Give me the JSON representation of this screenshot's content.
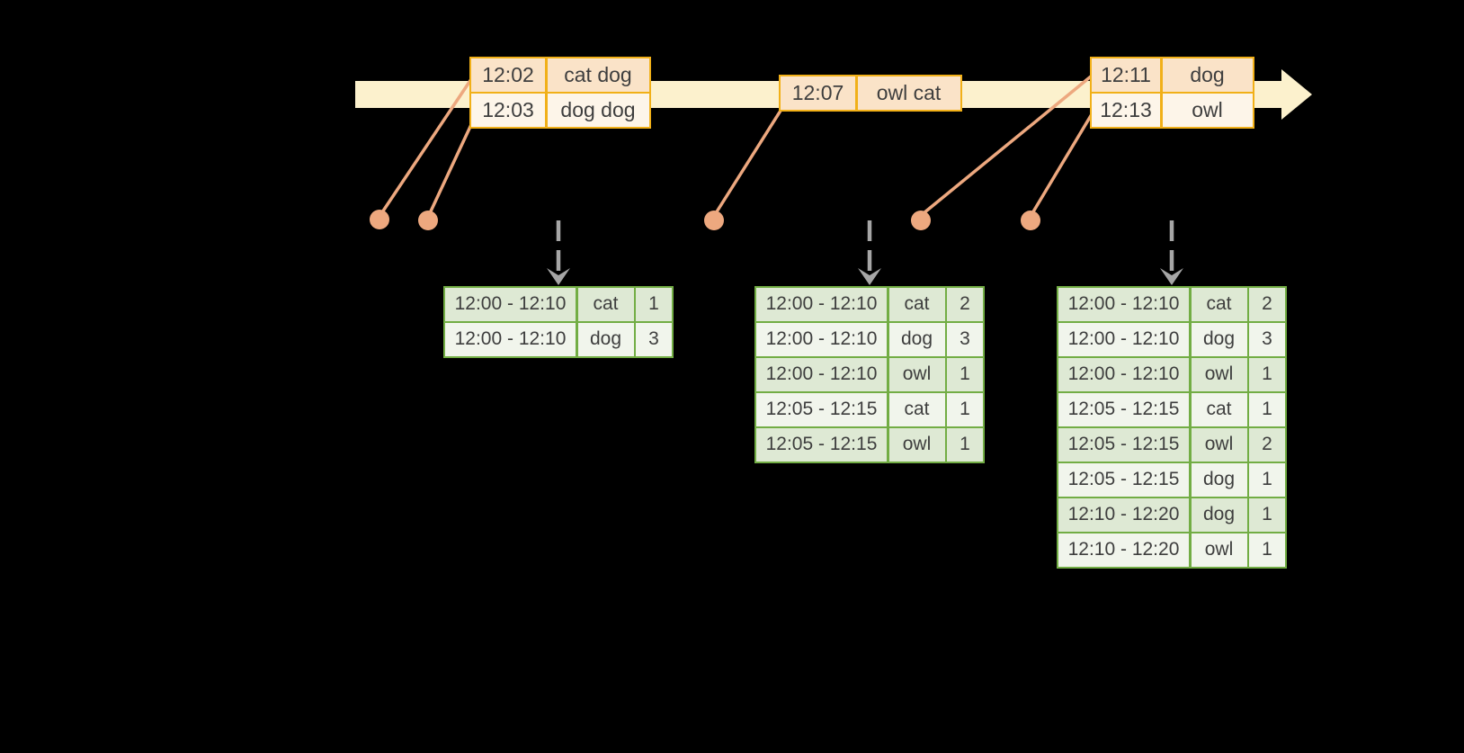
{
  "diagram": {
    "description": "windowed grouped aggregation over an event-time stream",
    "colors": {
      "background": "#000000",
      "timeline-fill": "#fcf1cd",
      "event-border": "#f1b018",
      "event-row-dark": "#fae3c8",
      "event-row-light": "#fdf5e9",
      "connector-salmon": "#eda87f",
      "result-border": "#72ad44",
      "result-row-dark": "#dee9d4",
      "result-row-light": "#f1f5ec",
      "arrow-gray": "#a6a6a6",
      "text": "#3e3e3e"
    }
  },
  "event_tables": [
    {
      "rows": [
        {
          "time": "12:02",
          "words": "cat dog"
        },
        {
          "time": "12:03",
          "words": "dog dog"
        }
      ]
    },
    {
      "rows": [
        {
          "time": "12:07",
          "words": "owl cat"
        }
      ]
    },
    {
      "rows": [
        {
          "time": "12:11",
          "words": "dog"
        },
        {
          "time": "12:13",
          "words": "owl"
        }
      ]
    }
  ],
  "result_tables": [
    {
      "rows": [
        {
          "window": "12:00 - 12:10",
          "word": "cat",
          "count": 1
        },
        {
          "window": "12:00 - 12:10",
          "word": "dog",
          "count": 3
        }
      ]
    },
    {
      "rows": [
        {
          "window": "12:00 - 12:10",
          "word": "cat",
          "count": 2
        },
        {
          "window": "12:00 - 12:10",
          "word": "dog",
          "count": 3
        },
        {
          "window": "12:00 - 12:10",
          "word": "owl",
          "count": 1
        },
        {
          "window": "12:05 - 12:15",
          "word": "cat",
          "count": 1
        },
        {
          "window": "12:05 - 12:15",
          "word": "owl",
          "count": 1
        }
      ]
    },
    {
      "rows": [
        {
          "window": "12:00 - 12:10",
          "word": "cat",
          "count": 2
        },
        {
          "window": "12:00 - 12:10",
          "word": "dog",
          "count": 3
        },
        {
          "window": "12:00 - 12:10",
          "word": "owl",
          "count": 1
        },
        {
          "window": "12:05 - 12:15",
          "word": "cat",
          "count": 1
        },
        {
          "window": "12:05 - 12:15",
          "word": "owl",
          "count": 2
        },
        {
          "window": "12:05 - 12:15",
          "word": "dog",
          "count": 1
        },
        {
          "window": "12:10 - 12:20",
          "word": "dog",
          "count": 1
        },
        {
          "window": "12:10 - 12:20",
          "word": "owl",
          "count": 1
        }
      ]
    }
  ]
}
